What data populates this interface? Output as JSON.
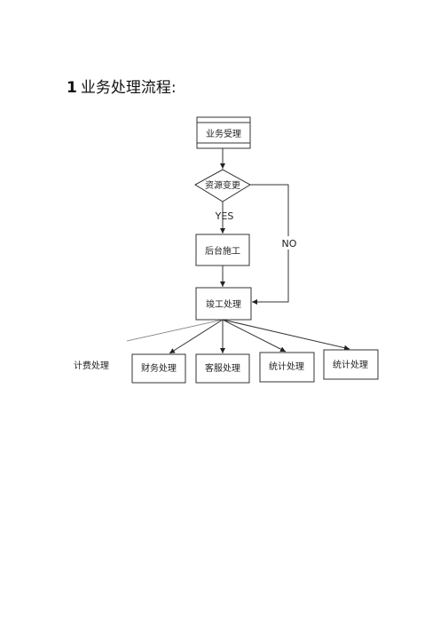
{
  "heading": {
    "number": "1",
    "text": "业务处理流程:"
  },
  "flow": {
    "accept": "业务受理",
    "resource_change": "资源变更",
    "yes": "YES",
    "no": "NO",
    "backend_work": "后台施工",
    "completion": "竣工处理",
    "billing": "计费处理",
    "finance": "财务处理",
    "customer_service": "客服处理",
    "stats_1": "统计处理",
    "stats_2": "统计处理"
  }
}
